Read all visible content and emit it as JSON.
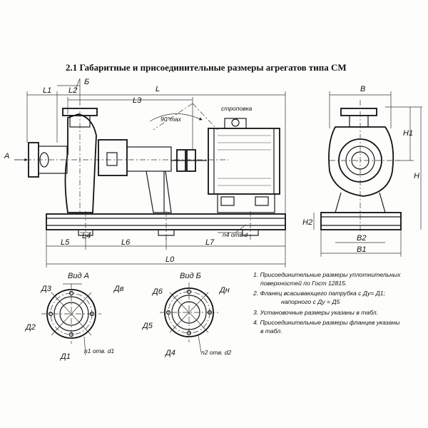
{
  "title": "2.1 Габаритные и присоединительные размеры агрегатов типа СМ",
  "labels": {
    "L1": "L1",
    "L2": "L2",
    "L": "L",
    "L3": "L3",
    "B_top": "Б",
    "A_side": "A",
    "angle": "90°max",
    "strop": "строповка",
    "B": "B",
    "H1": "H1",
    "H": "H",
    "H2": "H2",
    "L4": "L4",
    "L5": "L5",
    "L6": "L6",
    "L7": "L7",
    "L0": "L0",
    "otv": "n4 отв.d",
    "B2": "B2",
    "B1": "B1"
  },
  "view_a": {
    "title": "Вид А",
    "d3": "Д3",
    "dv": "Дв",
    "d2": "Д2",
    "d1": "Д1",
    "holes": "n1 отв. d1"
  },
  "view_b": {
    "title": "Вид Б",
    "d6": "Д6",
    "dn": "Дн",
    "d5": "Д5",
    "d4": "Д4",
    "holes": "n2 отв. d2"
  },
  "notes": [
    "1. Присоединительные размеры уплотнительных",
    "поверхностей по Гост 12815.",
    "2. Фланец всасывающего патрубка с Ду= Д1;",
    "напорного с Ду = Д5",
    "3. Установочные размеры указаны в табл.",
    "4. Присоединительные размеры фланцев указаны",
    "в табл."
  ]
}
